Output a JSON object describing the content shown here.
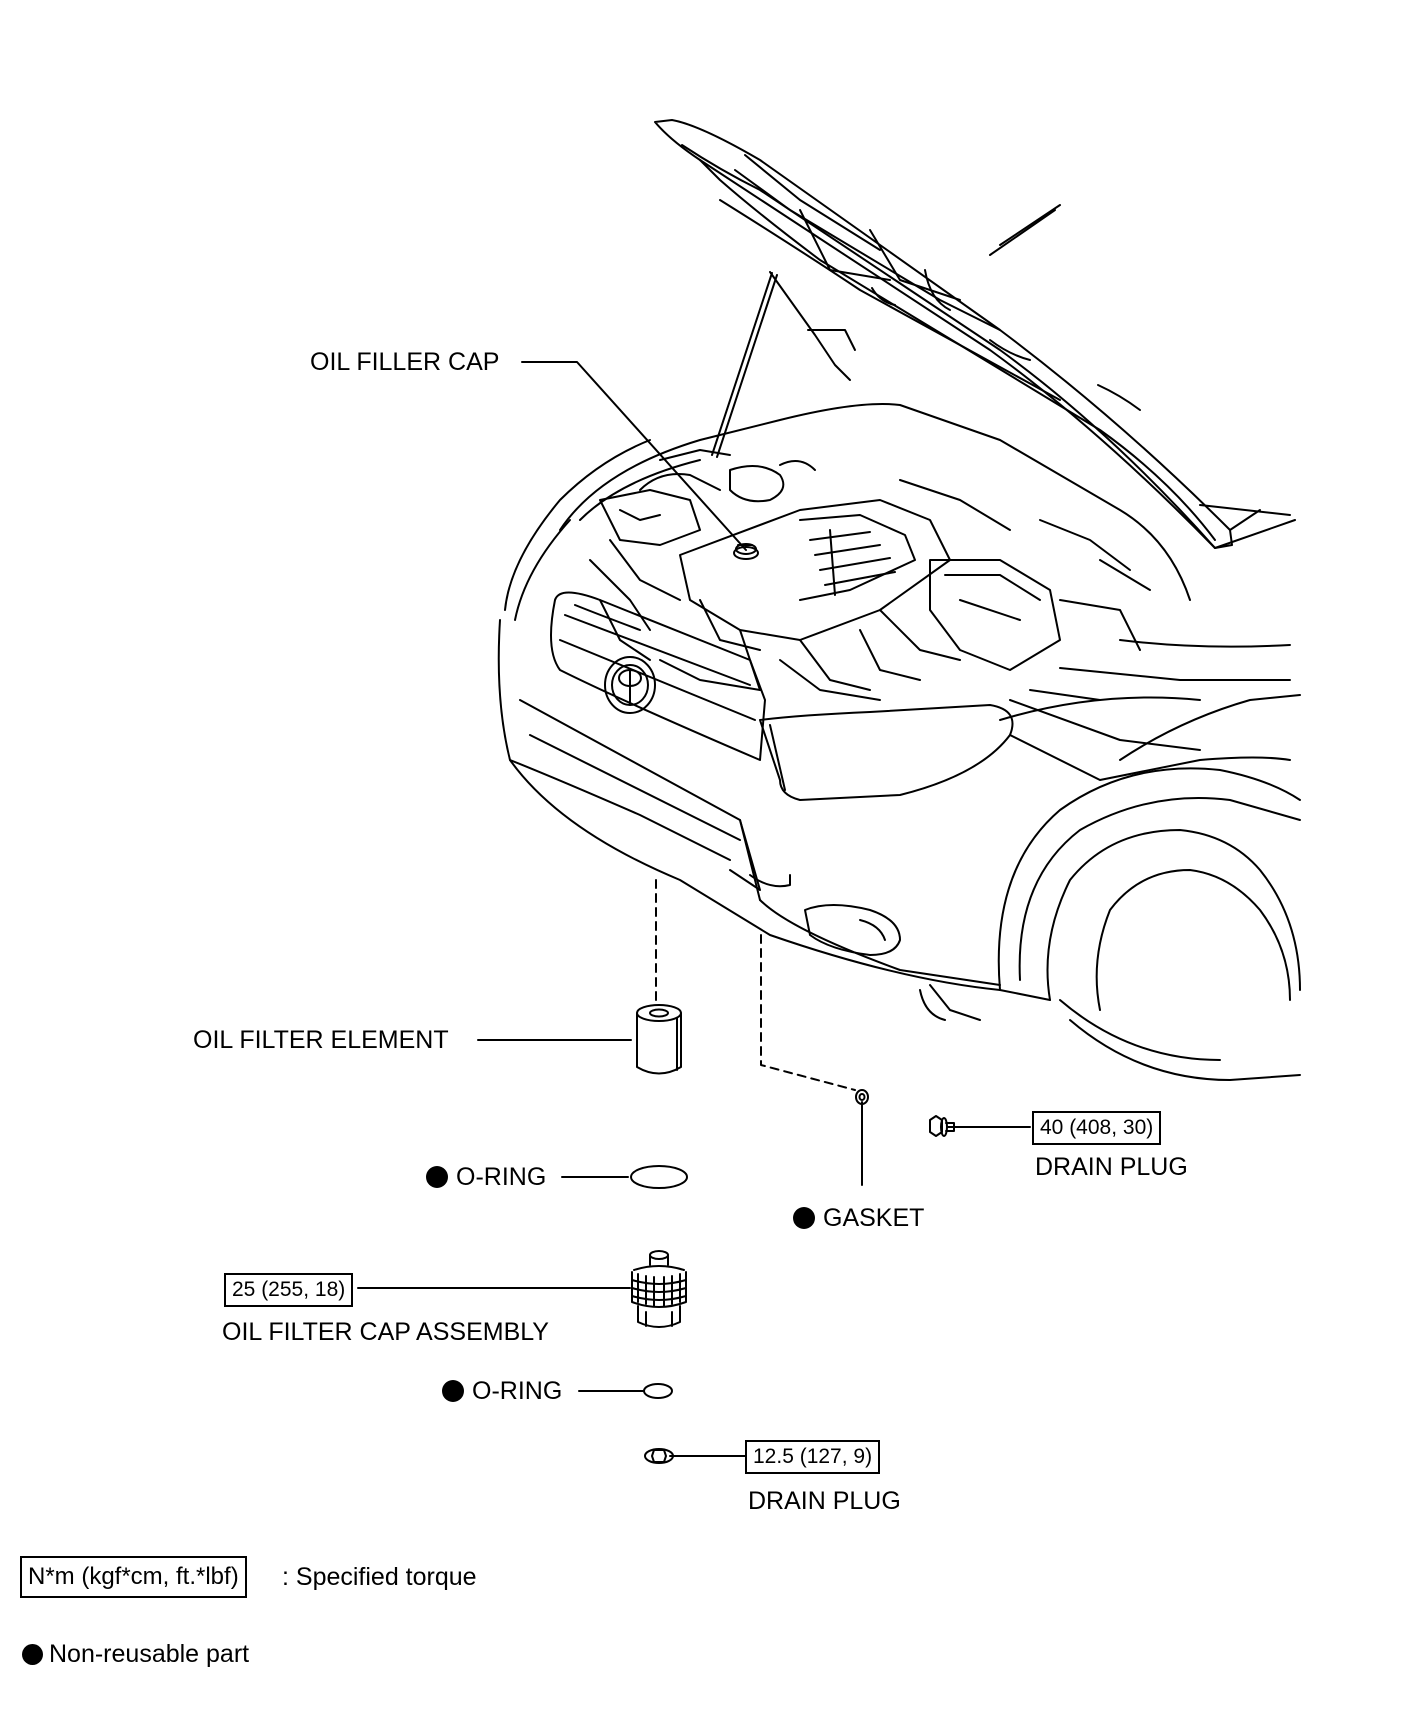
{
  "labels": {
    "oil_filler_cap": "OIL FILLER CAP",
    "oil_filter_element": "OIL FILTER ELEMENT",
    "o_ring_upper": "O-RING",
    "gasket": "GASKET",
    "drain_plug_right": "DRAIN PLUG",
    "oil_filter_cap_assembly": "OIL FILTER CAP ASSEMBLY",
    "o_ring_lower": "O-RING",
    "drain_plug_lower": "DRAIN PLUG"
  },
  "torques": {
    "drain_plug_right": "40 (408, 30)",
    "oil_filter_cap_assembly": "25 (255, 18)",
    "drain_plug_lower": "12.5 (127, 9)"
  },
  "legend": {
    "torque_box": "N*m (kgf*cm, ft.*lbf)",
    "torque_desc": ": Specified torque",
    "nonreusable_desc": "Non-reusable part"
  },
  "colors": {
    "line": "#000000",
    "background": "#ffffff"
  }
}
